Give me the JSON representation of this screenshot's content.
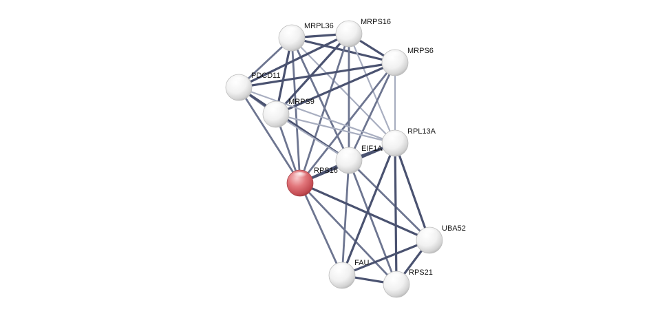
{
  "network": {
    "nodes": [
      {
        "id": "MRPL36",
        "label": "MRPL36",
        "color": "white"
      },
      {
        "id": "MRPS16",
        "label": "MRPS16",
        "color": "white"
      },
      {
        "id": "MRPS6",
        "label": "MRPS6",
        "color": "white"
      },
      {
        "id": "PDCD11",
        "label": "PDCD11",
        "color": "white"
      },
      {
        "id": "MRPS9",
        "label": "MRPS9",
        "color": "white"
      },
      {
        "id": "RPL13A",
        "label": "RPL13A",
        "color": "white"
      },
      {
        "id": "EIF1AX",
        "label": "EIF1A",
        "color": "white"
      },
      {
        "id": "RPS16",
        "label": "RPS16",
        "color": "red"
      },
      {
        "id": "UBA52",
        "label": "UBA52",
        "color": "white"
      },
      {
        "id": "FAU",
        "label": "FAU",
        "color": "white"
      },
      {
        "id": "RPS21",
        "label": "RPS21",
        "color": "white"
      }
    ],
    "edges": [
      {
        "source": "MRPL36",
        "target": "MRPS16",
        "strength": "strong"
      },
      {
        "source": "MRPL36",
        "target": "MRPS6",
        "strength": "strong"
      },
      {
        "source": "MRPL36",
        "target": "PDCD11",
        "strength": "medium"
      },
      {
        "source": "MRPL36",
        "target": "MRPS9",
        "strength": "strong"
      },
      {
        "source": "MRPL36",
        "target": "RPS16",
        "strength": "medium"
      },
      {
        "source": "MRPL36",
        "target": "EIF1AX",
        "strength": "medium"
      },
      {
        "source": "MRPL36",
        "target": "RPL13A",
        "strength": "light"
      },
      {
        "source": "MRPS16",
        "target": "MRPS6",
        "strength": "strong"
      },
      {
        "source": "MRPS16",
        "target": "PDCD11",
        "strength": "strong"
      },
      {
        "source": "MRPS16",
        "target": "MRPS9",
        "strength": "strong"
      },
      {
        "source": "MRPS16",
        "target": "RPS16",
        "strength": "medium"
      },
      {
        "source": "MRPS16",
        "target": "EIF1AX",
        "strength": "medium"
      },
      {
        "source": "MRPS16",
        "target": "RPL13A",
        "strength": "light"
      },
      {
        "source": "MRPS6",
        "target": "PDCD11",
        "strength": "strong"
      },
      {
        "source": "MRPS6",
        "target": "MRPS9",
        "strength": "strong"
      },
      {
        "source": "MRPS6",
        "target": "RPS16",
        "strength": "medium"
      },
      {
        "source": "MRPS6",
        "target": "EIF1AX",
        "strength": "medium"
      },
      {
        "source": "MRPS6",
        "target": "RPL13A",
        "strength": "light"
      },
      {
        "source": "PDCD11",
        "target": "MRPS9",
        "strength": "medium"
      },
      {
        "source": "PDCD11",
        "target": "RPS16",
        "strength": "medium"
      },
      {
        "source": "PDCD11",
        "target": "EIF1AX",
        "strength": "strong"
      },
      {
        "source": "PDCD11",
        "target": "RPL13A",
        "strength": "light"
      },
      {
        "source": "MRPS9",
        "target": "RPS16",
        "strength": "medium"
      },
      {
        "source": "MRPS9",
        "target": "EIF1AX",
        "strength": "light"
      },
      {
        "source": "MRPS9",
        "target": "RPL13A",
        "strength": "light"
      },
      {
        "source": "EIF1AX",
        "target": "RPS16",
        "strength": "strong"
      },
      {
        "source": "EIF1AX",
        "target": "RPL13A",
        "strength": "strong"
      },
      {
        "source": "EIF1AX",
        "target": "UBA52",
        "strength": "medium"
      },
      {
        "source": "EIF1AX",
        "target": "FAU",
        "strength": "medium"
      },
      {
        "source": "EIF1AX",
        "target": "RPS21",
        "strength": "medium"
      },
      {
        "source": "RPS16",
        "target": "RPL13A",
        "strength": "strong"
      },
      {
        "source": "RPS16",
        "target": "UBA52",
        "strength": "strong"
      },
      {
        "source": "RPS16",
        "target": "FAU",
        "strength": "medium"
      },
      {
        "source": "RPS16",
        "target": "RPS21",
        "strength": "medium"
      },
      {
        "source": "RPL13A",
        "target": "UBA52",
        "strength": "strong"
      },
      {
        "source": "RPL13A",
        "target": "FAU",
        "strength": "strong"
      },
      {
        "source": "RPL13A",
        "target": "RPS21",
        "strength": "strong"
      },
      {
        "source": "UBA52",
        "target": "FAU",
        "strength": "strong"
      },
      {
        "source": "UBA52",
        "target": "RPS21",
        "strength": "strong"
      },
      {
        "source": "FAU",
        "target": "RPS21",
        "strength": "strong"
      }
    ]
  },
  "colors": {
    "edge_strong": "#4a5270",
    "edge_medium": "#6d7590",
    "edge_light": "#a8aec0",
    "node_white": "#f2f2f2",
    "node_red": "#e06a70",
    "label": "#111111"
  }
}
